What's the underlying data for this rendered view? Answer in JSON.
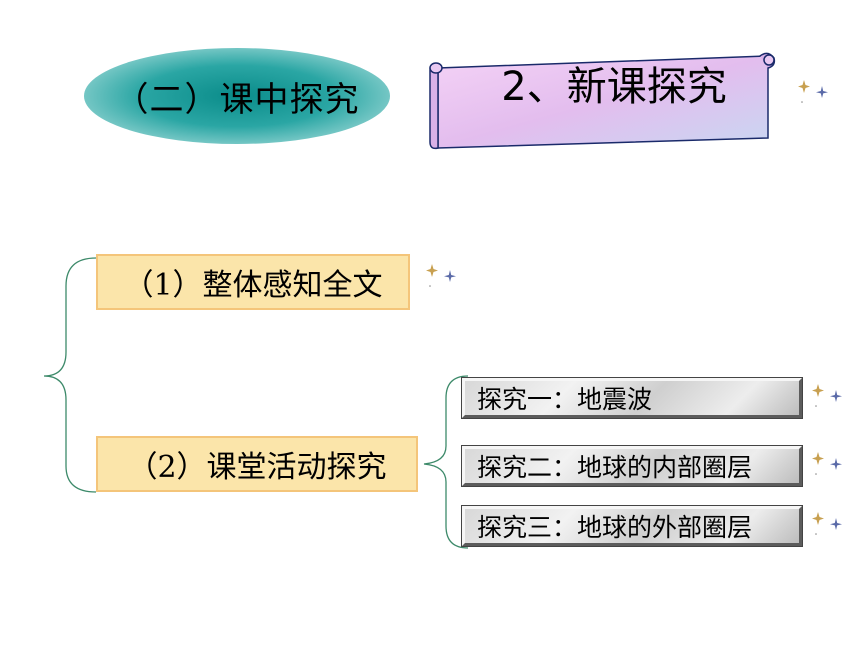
{
  "header": {
    "section_label": "（二）课中探究",
    "scroll_title": "2、新课探究"
  },
  "topics": [
    {
      "label": "（1）整体感知全文"
    },
    {
      "label": "（2）课堂活动探究"
    }
  ],
  "explorations": [
    {
      "label": "探究一：地震波"
    },
    {
      "label": "探究二：地球的内部圈层"
    },
    {
      "label": "探究三：地球的外部圈层"
    }
  ],
  "colors": {
    "ellipse_teal": "#0a8c8a",
    "scroll_fill": "#e8c6f0",
    "box_fill": "#fbe5aa",
    "box_border": "#f4c57a",
    "brace_line": "#3d8a6a"
  },
  "icons": [
    "sparkle-icon"
  ]
}
